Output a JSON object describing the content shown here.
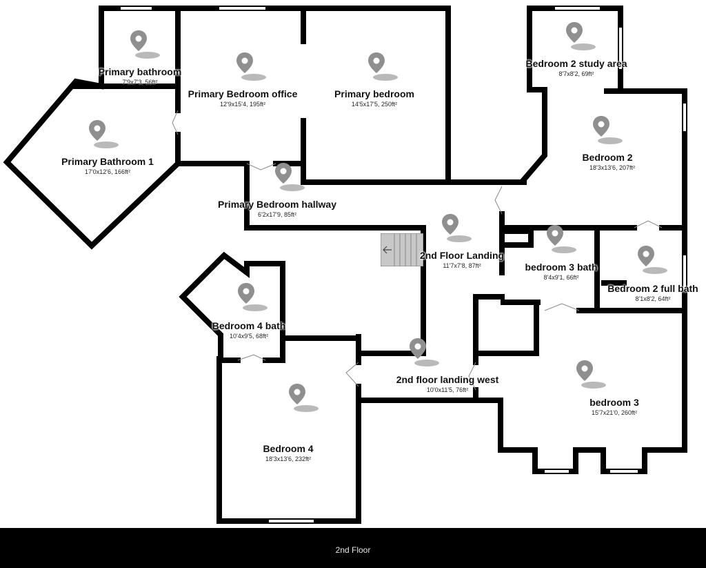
{
  "floor_label": "2nd Floor",
  "colors": {
    "wall": "#000000",
    "pin": "#8f8f8f",
    "pin_shadow": "#b9b9b9",
    "stairs": "#c8c8c8",
    "footer": "#000000"
  },
  "rooms": [
    {
      "name": "Primary bathroom",
      "dims": "7'9x7'3, 56ft²"
    },
    {
      "name": "Primary Bedroom office",
      "dims": "12'9x15'4, 195ft²"
    },
    {
      "name": "Primary bedroom",
      "dims": "14'5x17'5, 250ft²"
    },
    {
      "name": "Bedroom 2 study area",
      "dims": "8'7x8'2, 69ft²"
    },
    {
      "name": "Primary Bathroom 1",
      "dims": "17'0x12'6, 166ft²"
    },
    {
      "name": "Bedroom 2",
      "dims": "18'3x13'6, 207ft²"
    },
    {
      "name": "Primary Bedroom hallway",
      "dims": "6'2x17'9, 85ft²"
    },
    {
      "name": "2nd Floor Landing",
      "dims": "11'7x7'8, 87ft²"
    },
    {
      "name": "bedroom 3 bath",
      "dims": "8'4x9'1, 66ft²"
    },
    {
      "name": "Bedroom 2 full bath",
      "dims": "8'1x8'2, 64ft²"
    },
    {
      "name": "Bedroom 4 bath",
      "dims": "10'4x9'5, 68ft²"
    },
    {
      "name": "2nd floor landing west",
      "dims": "10'0x11'5, 76ft²"
    },
    {
      "name": "bedroom 3",
      "dims": "15'7x21'0, 260ft²"
    },
    {
      "name": "Bedroom 4",
      "dims": "18'3x13'6, 232ft²"
    }
  ]
}
